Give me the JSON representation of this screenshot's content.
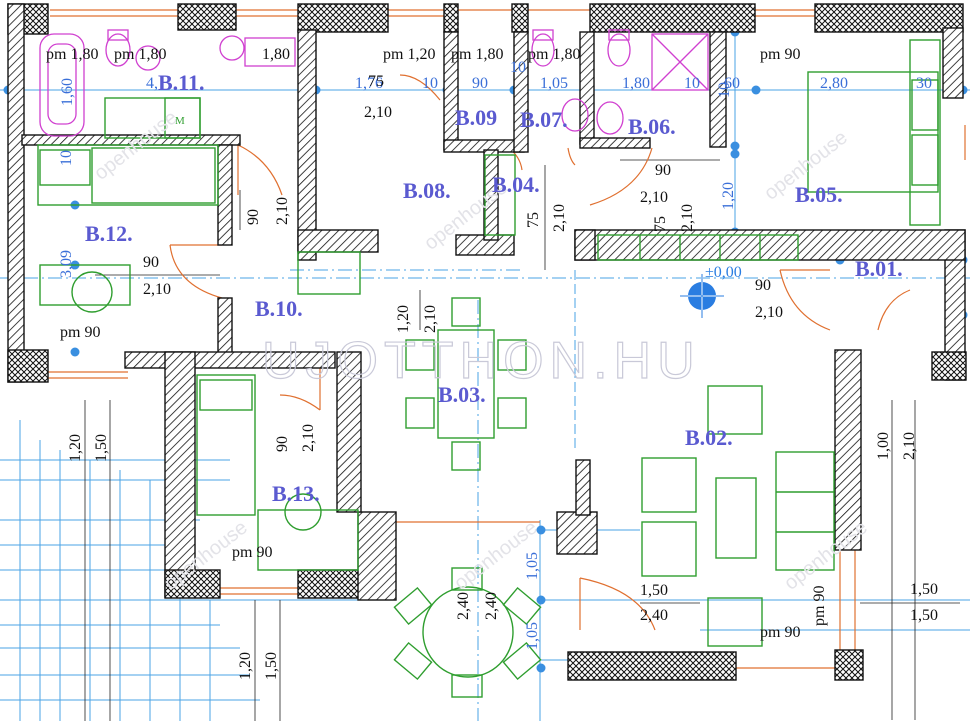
{
  "watermark": {
    "site": "UJOTTHON.HU",
    "logo": "openhouse"
  },
  "rooms": {
    "b01": "B.01.",
    "b02": "B.02.",
    "b03": "B.03.",
    "b04": "B.04.",
    "b05": "B.05.",
    "b06": "B.06.",
    "b07": "B.07.",
    "b08": "B.08.",
    "b09": "B.09",
    "b10": "B.10.",
    "b11": "B.11.",
    "b12": "B.12.",
    "b13": "B.13."
  },
  "level_marker": "±0,00",
  "fixture_label": "M",
  "dimensions": {
    "top_pm_180_a": "pm 1,80",
    "top_pm_180_b": "pm 1,80",
    "top_pm_180_c": "1,80",
    "top_pm_120": "pm 1,20",
    "top_pm_180_d": "pm 1,80",
    "top_pm_180_e": "pm 1,80",
    "top_pm_90": "pm 90",
    "dim_160": "1,60",
    "dim_4": "4,",
    "dim_176": "1,76",
    "dim_75_top": "75",
    "dim_210_b11": "2,10",
    "dim_10_a": "10",
    "dim_90_a": "90",
    "dim_10_b": "10",
    "dim_105": "1,05",
    "dim_180_b06": "1,80",
    "dim_10_c": "10",
    "dim_60": "60",
    "dim_10_vert": "10",
    "dim_280": "2,80",
    "dim_30": "30",
    "dim_10_left": "10",
    "dim_90_b12door": "90",
    "dim_210_b12door": "2,10",
    "dim_90_b06": "90",
    "dim_210_b06": "2,10",
    "dim_120_b05": "1,20",
    "dim_75_b04": "75",
    "dim_210_b04": "2,10",
    "dim_75_b06": "75",
    "dim_210_b06v": "2,10",
    "dim_309": "3,09",
    "dim_90_b12": "90",
    "dim_210_b12": "2,10",
    "pm_90_b12": "pm 90",
    "dim_90_entry": "90",
    "dim_210_entry": "2,10",
    "dim_120_hall": "1,20",
    "dim_210_hall": "2,10",
    "dim_120_left": "1,20",
    "dim_150_left": "1,50",
    "dim_90_b13": "90",
    "dim_210_b13": "2,10",
    "pm_90_b13": "pm 90",
    "dim_100_right": "1,00",
    "dim_210_right": "2,10",
    "dim_105_a": "1,05",
    "dim_105_b": "1,05",
    "dim_240_a": "2,40",
    "dim_240_b": "2,40",
    "dim_150_b02": "1,50",
    "dim_240_b02": "2,40",
    "pm_90_right": "pm 90",
    "pm_90_vert": "pm 90",
    "dim_150_r1": "1,50",
    "dim_150_r2": "1,50",
    "dim_120_bottom": "1,20",
    "dim_150_bottom": "1,50"
  },
  "colors": {
    "wall_outline": "#111111",
    "furniture": "#2f9e2f",
    "sanitary": "#d040d0",
    "room_label": "#5a5ad0",
    "grid_line": "#4aa3e6",
    "door_arc": "#e07030",
    "window_line": "#e07030"
  },
  "icons": [
    "level-marker-icon",
    "toilet-icon",
    "sink-icon",
    "bathtub-icon",
    "shower-icon",
    "bed-icon",
    "sofa-icon",
    "armchair-icon",
    "table-icon",
    "chair-icon",
    "desk-icon"
  ]
}
